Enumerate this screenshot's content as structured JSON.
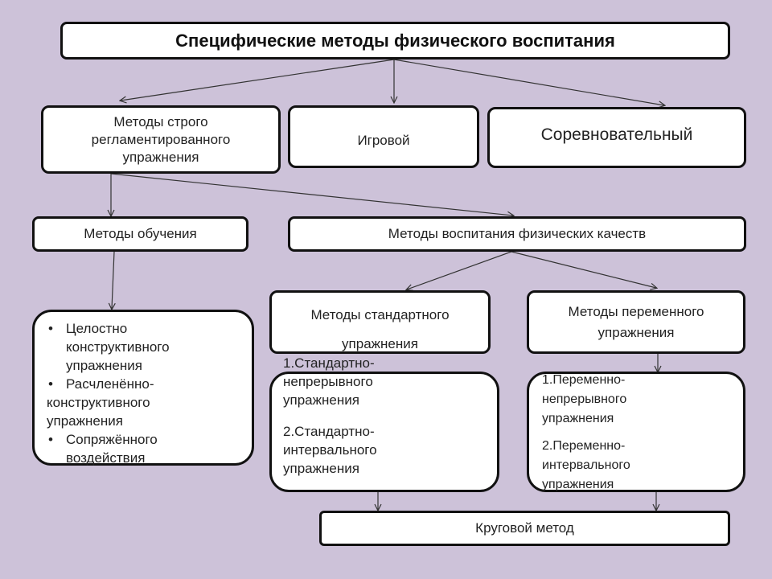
{
  "title": "Специфические методы физического воспитания",
  "level1": {
    "strict": [
      "Методы строго",
      "регламентированного",
      "упражнения"
    ],
    "game": "Игровой",
    "competitive": "Соревновательный"
  },
  "level2": {
    "teaching": "Методы обучения",
    "qualities": "Методы воспитания физических качеств"
  },
  "teaching_methods": {
    "bullet_1": [
      "Целостно",
      "конструктивного",
      "упражнения"
    ],
    "bullet_2": [
      "Расчленённо-",
      "конструктивного",
      "упражнения"
    ],
    "bullet_3": [
      "Сопряжённого",
      "воздействия"
    ]
  },
  "standard": {
    "title": [
      "Методы стандартного",
      "упражнения"
    ],
    "item_1": [
      "1.Стандартно-",
      "непрерывного",
      "упражнения"
    ],
    "item_2": [
      "2.Стандартно-",
      "интервального",
      "упражнения"
    ]
  },
  "variable": {
    "title": [
      "Методы переменного",
      "упражнения"
    ],
    "item_1": [
      "1.Переменно-",
      "непрерывного",
      "упражнения"
    ],
    "item_2": [
      "2.Переменно-",
      "интервального",
      "упражнения"
    ]
  },
  "circuit": "Круговой метод"
}
